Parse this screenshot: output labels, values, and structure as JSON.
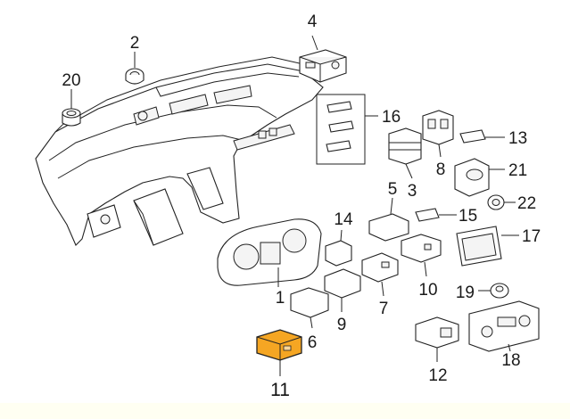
{
  "diagram": {
    "highlight_color": "#f5a623",
    "callouts": {
      "c1": "1",
      "c2": "2",
      "c3": "3",
      "c4": "4",
      "c5": "5",
      "c6": "6",
      "c7": "7",
      "c8": "8",
      "c9": "9",
      "c10": "10",
      "c11": "11",
      "c12": "12",
      "c13": "13",
      "c14": "14",
      "c15": "15",
      "c16": "16",
      "c17": "17",
      "c18": "18",
      "c19": "19",
      "c20": "20",
      "c21": "21",
      "c22": "22"
    },
    "highlighted_part": "11"
  }
}
